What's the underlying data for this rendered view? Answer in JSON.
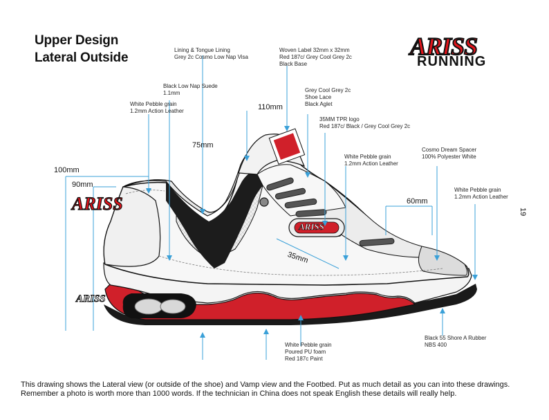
{
  "header": {
    "title_line1": "Upper Design",
    "title_line2": "Lateral Outside"
  },
  "brand": {
    "logo_word": "ARISS",
    "logo_sub": "RUNNING",
    "shoe_logo_word": "ARISS",
    "accent_color": "#e3141b",
    "line_color": "#3aa0d8"
  },
  "annotations": {
    "lining": [
      "Lining & Tongue Lining",
      "Grey 2c Cosmo Low Nap Visa"
    ],
    "woven_label": [
      "Woven Label 32mm x 32mm",
      "Red 187c/  Grey Cool Grey 2c",
      "Black Base"
    ],
    "black_suede": [
      "Black Low Nap Suede",
      "1.1mm"
    ],
    "shoe_lace": [
      "Grey Cool Grey 2c",
      "Shoe Lace",
      "Black Aglet"
    ],
    "pebble_left": [
      "White Pebble grain",
      "1.2mm Action Leather"
    ],
    "tpr_logo": [
      "35MM  TPR logo",
      "Red 187c/ Black / Grey Cool Grey 2c"
    ],
    "pebble_mid": [
      "White Pebble grain",
      "1.2mm Action Leather"
    ],
    "spacer": [
      "Cosmo Dream Spacer",
      "100% Polyester White"
    ],
    "pebble_right": [
      "White Pebble grain",
      "1.2mm Action Leather"
    ],
    "rubber": [
      "Black 55 Shore A Rubber",
      "NBS 400"
    ],
    "foam": [
      "White Pebble grain",
      "Poured PU foam",
      "Red 187c Paint"
    ]
  },
  "dimensions": {
    "d100": "100mm",
    "d90": "90mm",
    "d75": "75mm",
    "d110": "110mm",
    "d60": "60mm",
    "d35": "35mm"
  },
  "page_number": "19",
  "footer": {
    "text": "This drawing shows the Lateral view (or outside of the shoe) and Vamp view and the Footbed.  Put as much detail as you can into these drawings. Remember a photo is worth more than 1000 words. If the technician in China does not speak English these details will really help."
  }
}
